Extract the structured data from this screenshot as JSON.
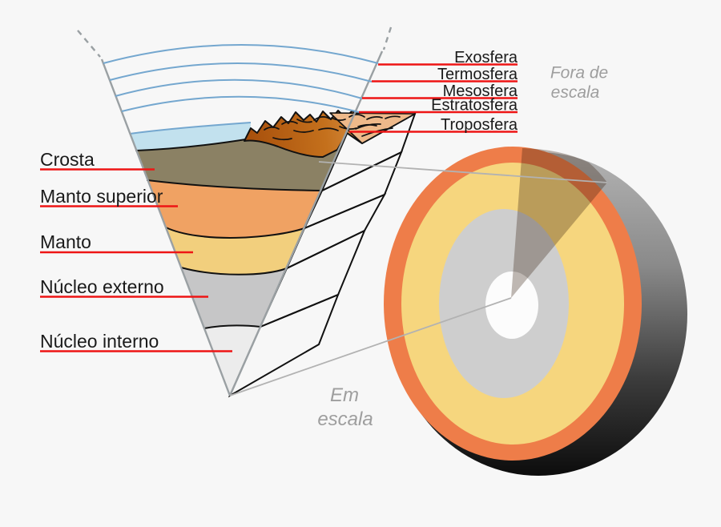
{
  "figure": {
    "background": "#f7f7f7",
    "geology_labels": {
      "crosta": "Crosta",
      "manto_superior": "Manto superior",
      "manto": "Manto",
      "nucleo_externo": "Núcleo externo",
      "nucleo_interno": "Núcleo interno"
    },
    "atmosphere_labels": {
      "exosfera": "Exosfera",
      "termosfera": "Termosfera",
      "mesosfera": "Mesosfera",
      "estratosfera": "Estratosfera",
      "troposfera": "Troposfera"
    },
    "scale_annotations": {
      "out_of_scale_line1": "Fora de",
      "out_of_scale_line2": "escala",
      "in_scale_line1": "Em",
      "in_scale_line2": "escala"
    },
    "colors": {
      "label_line_red": "#ee1515",
      "atmosphere_arc_blue": "#74a7cf",
      "sky_blue": "#c2e1ee",
      "crust_olive": "#8b8164",
      "upper_mantle_orange": "#f0a263",
      "mantle_yellow": "#f2cf7d",
      "outer_core_gray": "#c6c6c7",
      "inner_core_white": "#ececec",
      "mountain_brown": "#b4600f",
      "mountain_far_slope_peach": "#eeb98a",
      "sphere_crust_orange": "#ee7d49",
      "sphere_mantle_yellow": "#f6d67e",
      "sphere_outer_core_gray": "#cecece",
      "sphere_inner_core_white": "#fcfcfc"
    }
  }
}
